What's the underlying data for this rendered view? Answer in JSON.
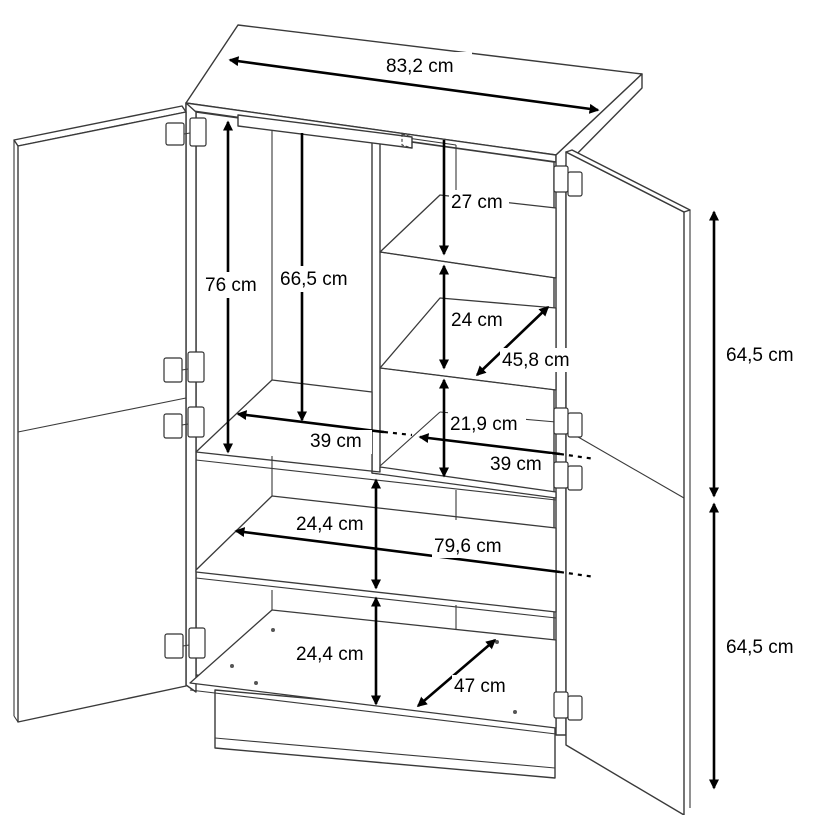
{
  "dimensions": {
    "width_top": "83,2 cm",
    "height_left": "76 cm",
    "height_rail": "66,5 cm",
    "shelf_gap_1": "27 cm",
    "shelf_gap_2": "24 cm",
    "depth_shelf": "45,8 cm",
    "shelf_gap_3": "21,9 cm",
    "width_left": "39 cm",
    "width_right": "39 cm",
    "gap_lower_1": "24,4 cm",
    "width_inner": "79,6 cm",
    "gap_lower_2": "24,4 cm",
    "depth_bottom": "47 cm",
    "door_upper": "64,5 cm",
    "door_lower": "64,5 cm"
  },
  "colors": {
    "outline": "#3a3a3a",
    "arrow": "#000000",
    "background": "#ffffff"
  }
}
